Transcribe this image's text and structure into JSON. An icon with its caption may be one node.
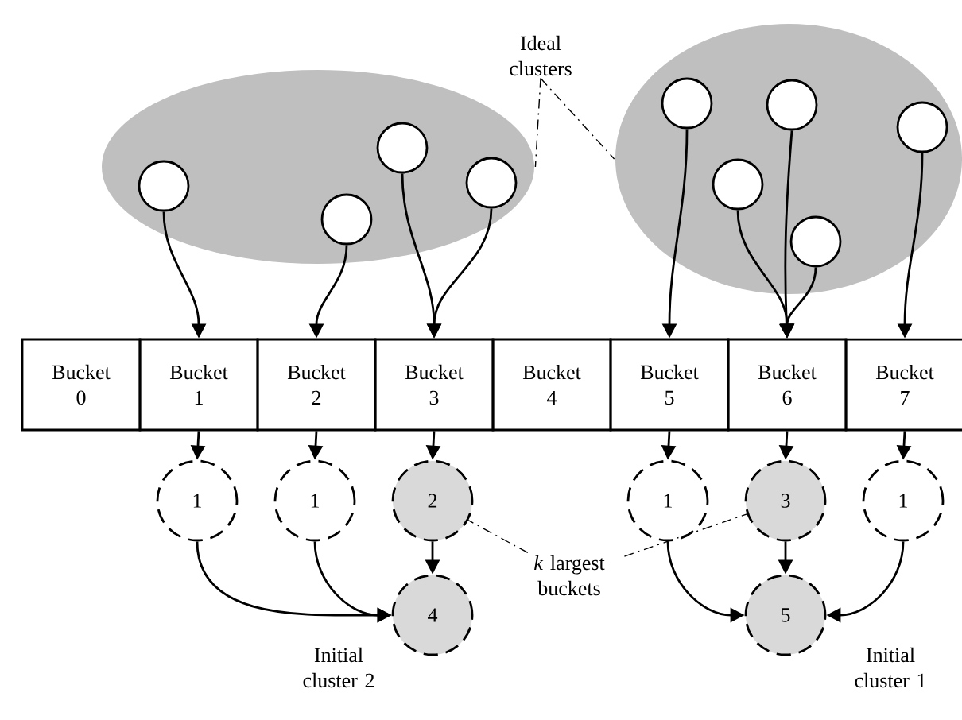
{
  "diagram": {
    "nodes": [
      {
        "text": [],
        "shape": "ellipse"
      },
      {
        "text": [],
        "shape": "ellipse"
      },
      {
        "text": [],
        "shape": "circle",
        "in": 0
      },
      {
        "text": [],
        "shape": "circle",
        "in": 0
      },
      {
        "text": [],
        "shape": "circle",
        "in": 0
      },
      {
        "text": [],
        "shape": "circle",
        "in": 0
      },
      {
        "text": [],
        "shape": "circle",
        "in": 1
      },
      {
        "text": [],
        "shape": "circle",
        "in": 1
      },
      {
        "text": [],
        "shape": "circle",
        "in": 1
      },
      {
        "text": [],
        "shape": "circle",
        "in": 1
      },
      {
        "text": [],
        "shape": "circle",
        "in": 1
      },
      {
        "text": [
          "Bucket 0"
        ]
      },
      {
        "text": [
          "Bucket 1"
        ]
      },
      {
        "text": [
          "Bucket 2"
        ]
      },
      {
        "text": [
          "Bucket 3"
        ]
      },
      {
        "text": [
          "Bucket 4"
        ]
      },
      {
        "text": [
          "Bucket 5"
        ]
      },
      {
        "text": [
          "Bucket 6"
        ]
      },
      {
        "text": [
          "Bucket 7"
        ]
      },
      {
        "text": [
          "1"
        ]
      },
      {
        "text": [
          "1"
        ]
      },
      {
        "text": [
          "2"
        ]
      },
      {
        "text": [
          "1"
        ]
      },
      {
        "text": [
          "3"
        ]
      },
      {
        "text": [
          "1"
        ]
      },
      {
        "text": [
          "4"
        ],
        "beside": [
          "Initial cluster 2"
        ]
      },
      {
        "text": [
          "5"
        ],
        "beside": [
          "Initial cluster 1"
        ]
      },
      {
        "text": [
          "Ideal clusters"
        ]
      },
      {
        "text": [
          "*k* largest buckets"
        ]
      }
    ],
    "edges": [
      {
        "from": 2,
        "to": 12,
        "arrow": "to"
      },
      {
        "from": 3,
        "to": 13,
        "arrow": "to"
      },
      {
        "from": 4,
        "to": 14,
        "arrow": "to"
      },
      {
        "from": 5,
        "to": 14,
        "arrow": "to"
      },
      {
        "from": 6,
        "to": 16,
        "arrow": "to"
      },
      {
        "from": 7,
        "to": 17,
        "arrow": "to"
      },
      {
        "from": 8,
        "to": 17,
        "arrow": "to"
      },
      {
        "from": 9,
        "to": 17,
        "arrow": "to"
      },
      {
        "from": 10,
        "to": 18,
        "arrow": "to"
      },
      {
        "from": 12,
        "to": 19,
        "arrow": "to"
      },
      {
        "from": 13,
        "to": 20,
        "arrow": "to"
      },
      {
        "from": 14,
        "to": 21,
        "arrow": "to"
      },
      {
        "from": 16,
        "to": 22,
        "arrow": "to"
      },
      {
        "from": 17,
        "to": 23,
        "arrow": "to"
      },
      {
        "from": 18,
        "to": 24,
        "arrow": "to"
      },
      {
        "from": 19,
        "to": 25,
        "arrow": "to"
      },
      {
        "from": 20,
        "to": 25,
        "arrow": "to"
      },
      {
        "from": 21,
        "to": 25,
        "arrow": "to"
      },
      {
        "from": 22,
        "to": 26,
        "arrow": "to"
      },
      {
        "from": 23,
        "to": 26,
        "arrow": "to"
      },
      {
        "from": 24,
        "to": 26,
        "arrow": "to"
      },
      {
        "from": 27,
        "to": 0,
        "arrow": "none",
        "style": "dashed"
      },
      {
        "from": 27,
        "to": 1,
        "arrow": "none",
        "style": "dashed"
      },
      {
        "from": 28,
        "to": 21,
        "arrow": "none",
        "style": "dashed"
      },
      {
        "from": 28,
        "to": 23,
        "arrow": "none",
        "style": "dashed"
      }
    ]
  }
}
